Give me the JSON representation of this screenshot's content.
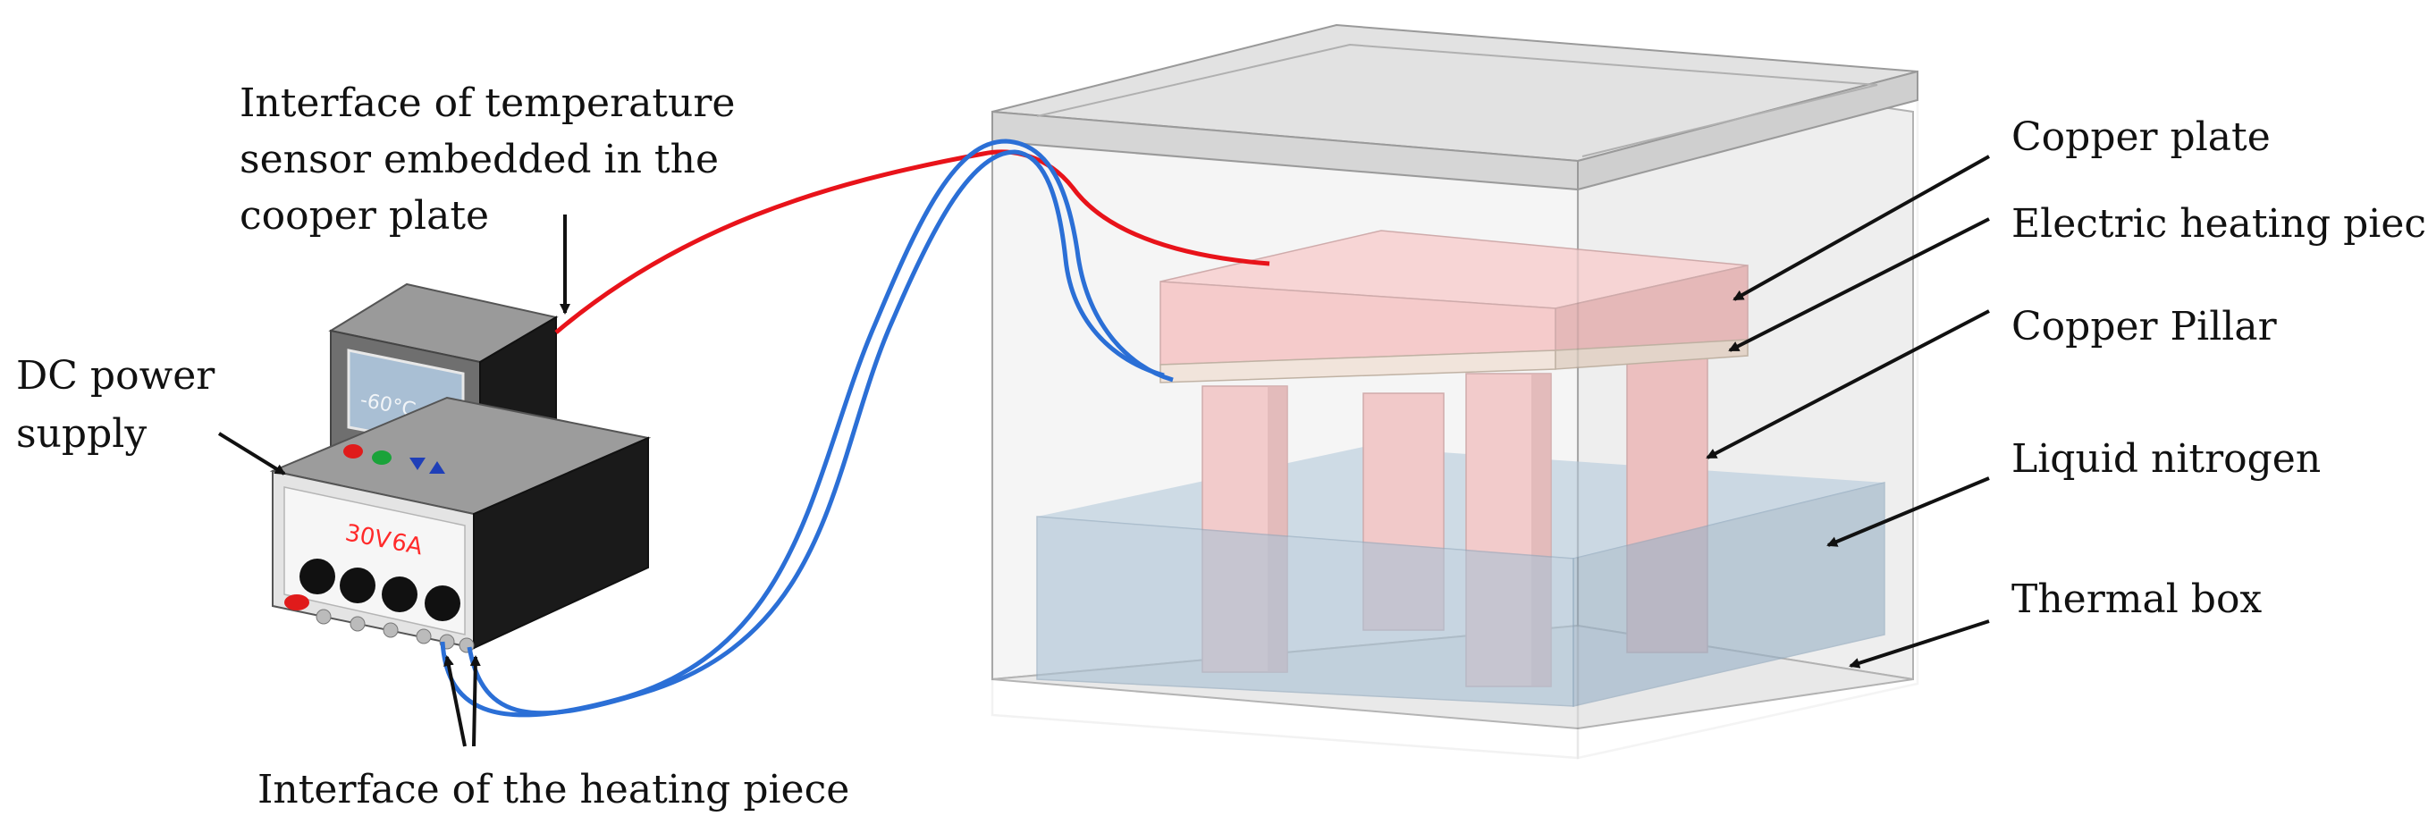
{
  "labels": {
    "sensor_interface": [
      "Interface of  temperature",
      "sensor embedded in the",
      "cooper plate"
    ],
    "dc_power_supply": [
      "DC power",
      "supply"
    ],
    "heating_interface": "Interface of the heating piece",
    "copper_plate": "Copper plate",
    "heating_piece": "Electric heating piece",
    "copper_pillar": "Copper Pillar",
    "liquid_nitrogen": "Liquid nitrogen",
    "thermal_box": "Thermal box"
  },
  "controller_display": "-60°C pv",
  "psu_display": {
    "voltage": "30V",
    "current": "6A"
  },
  "colors": {
    "sensor_wire": "#e8131a",
    "heater_wire": "#2b6fd6",
    "copper": "#f4c4c4",
    "nitrogen": "#9fb9cf",
    "box_edge": "#9a9a9a",
    "device_dark": "#1a1a1a"
  }
}
